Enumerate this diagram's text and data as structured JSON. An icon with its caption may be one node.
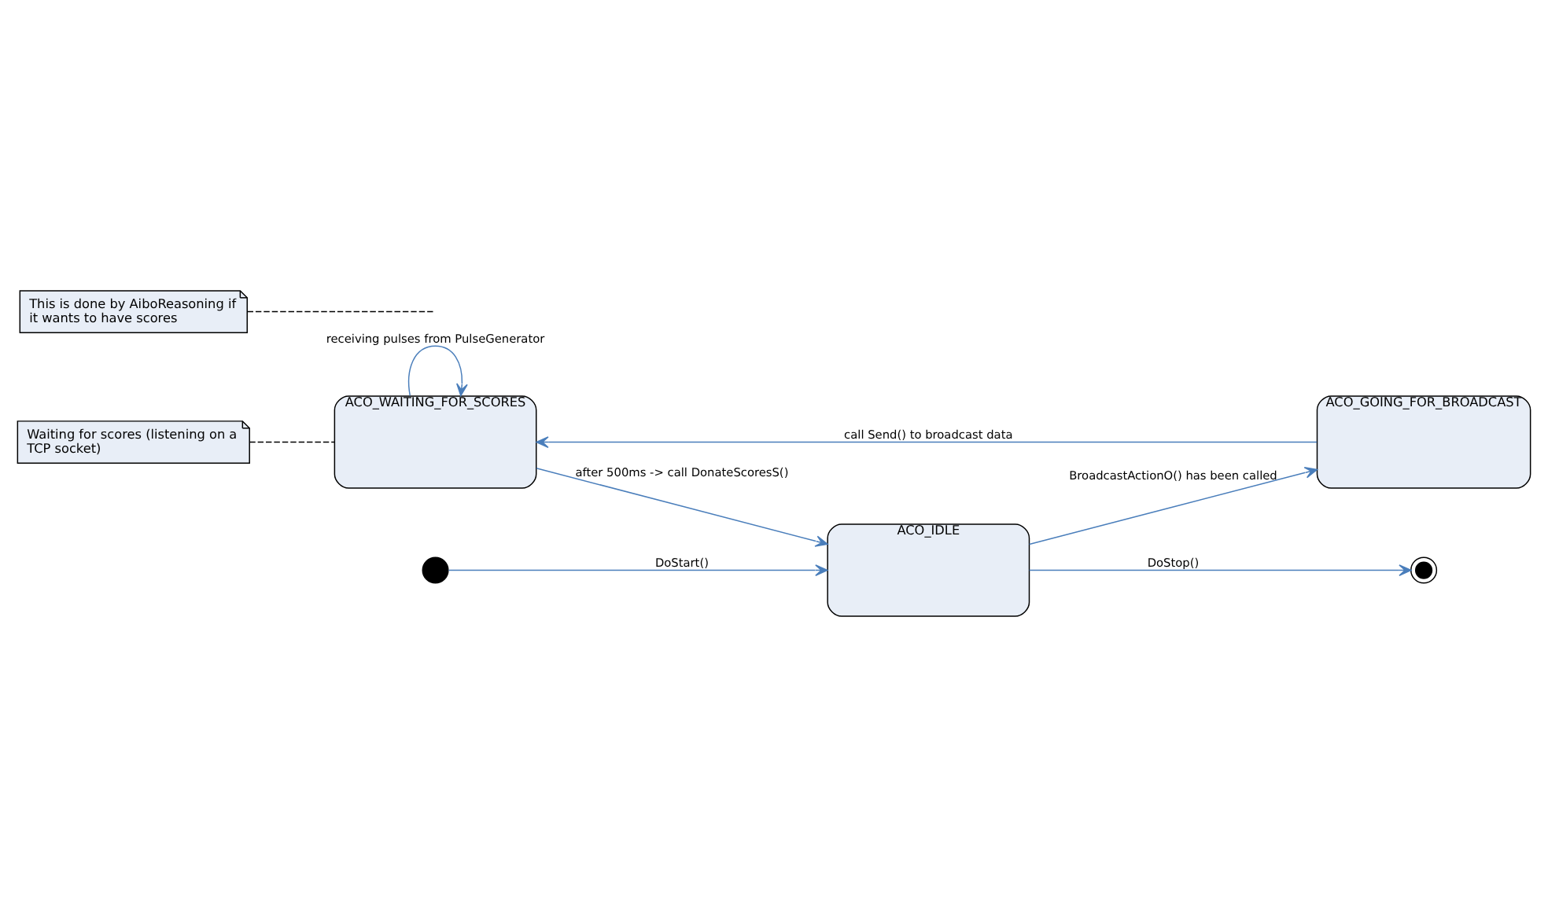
{
  "diagram": {
    "nodes": [
      {
        "text": [
          "Waiting for scores (listening on a TCP socket)"
        ]
      },
      {
        "text": [
          "ACO_WAITING_FOR_SCORES"
        ]
      },
      {
        "text": [
          "ACO_IDLE"
        ]
      },
      {
        "text": [],
        "shape": "circle"
      },
      {
        "text": [],
        "shape": "circle"
      },
      {
        "text": [
          "ACO_GOING_FOR_BROADCAST"
        ]
      },
      {
        "text": [
          "This is done by AiboReasoning if it wants to have scores"
        ]
      }
    ],
    "edges": [
      {
        "from": 1,
        "to": 1,
        "arrow": "to",
        "label": "receiving pulses from PulseGenerator"
      },
      {
        "from": 1,
        "to": 2,
        "arrow": "to",
        "label": "after 500ms -> call DonateScoresS()"
      },
      {
        "from": 3,
        "to": 2,
        "arrow": "to",
        "label": "DoStart()"
      },
      {
        "from": 2,
        "to": 4,
        "arrow": "to",
        "label": "DoStop()"
      },
      {
        "from": 2,
        "to": 5,
        "arrow": "to",
        "label": "BroadcastActionO() has been called"
      },
      {
        "from": 5,
        "to": 1,
        "arrow": "to",
        "label": "call Send() to broadcast data"
      },
      {
        "from": 0,
        "to": 1,
        "arrow": "none",
        "style": "dashed",
        "color": "#000000"
      },
      {
        "from": 6,
        "to": null,
        "arrow": "none",
        "style": "dashed",
        "color": "#000000"
      }
    ]
  }
}
